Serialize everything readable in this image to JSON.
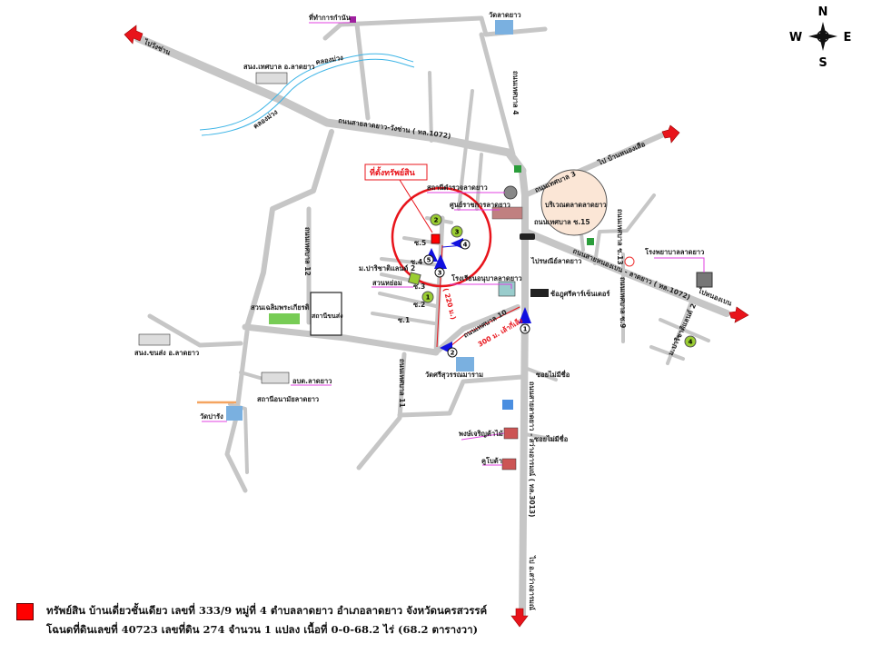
{
  "compass": {
    "n": "N",
    "s": "S",
    "e": "E",
    "w": "W"
  },
  "property_label": "ที่ตั้งทรัพย์สิน",
  "roads": {
    "main_1072_west": "ถนนสายลาดยาว-วังซ่าน ( ทล.1072)",
    "main_1072_east": "ถนนสายหนองเบน - ลาดยาว ( ทล.1072)",
    "road_3013": "ถนนสายลาดยาว - สว่างอารมณ์ ( ทล.3013)",
    "muni_4": "ถนนเทศบาล 4",
    "muni_3": "ถนนเทศบาล 3",
    "muni_15": "ถนนเทศบาล ซ.15",
    "muni_12": "ถนนเทศบาล 12",
    "muni_11": "ถนนเทศบาล 11",
    "muni_10": "ถนนเทศบาล 10",
    "muni_s13": "ถนนเทศบาล ซ.13",
    "muni_s9": "ถนนเทศบาล ซ.9",
    "soi_1": "ซ.1",
    "soi_2": "ซ.2",
    "soi_3": "ซ.3",
    "soi_4": "ซ.4",
    "soi_5": "ซ.5",
    "soi_no_name_1": "ซอยไม่มีชื่อ",
    "soi_no_name_2": "ซอยไม่มีชื่อ",
    "mu_pracha": "ม.ปาริชาติแลนด์ 2"
  },
  "directions": {
    "to_wang_san": "ไปวังซ่าน",
    "to_nong_suea": "ไป บ้านหนองเสือ",
    "to_nong_ben": "ไปหนองเบน",
    "to_sawang": "ไป อ.สว่างอารมณ์"
  },
  "distances": {
    "d300": "300 ม. เล้ากี่เส็ง",
    "d220": "( 220 ม.)"
  },
  "places": {
    "kamnan": "ที่ทำการกำนัน",
    "wat_lat_yao": "วัดลาดยาว",
    "municipality": "สนง.เทศบาล อ.ลาดยาว",
    "canal1": "คลองม่วง",
    "canal2": "คลองม่วง",
    "police": "สถานีตำรวจลาดยาว",
    "gov_center": "ศูนย์ราชการลาดยาว",
    "market": "บริเวณตลาดลาดยาว",
    "post": "ไปรษณีย์ลาดยาว",
    "hospital": "โรงพยาบาลลาดยาว",
    "school": "โรงเรียนอนุบาลลาดยาว",
    "ind_center": "ช้อฎุศรีคาร์เซ็นเตอร์",
    "suan_hom": "สวนหย่อม",
    "park": "สวนเฉลิมพระเกียรติ",
    "bus": "สถานีขนส่ง",
    "transport_office": "สนง.ขนส่ง อ.ลาดยาว",
    "tao": "อบต.ลาดยาว",
    "health": "สถานีอนามัยลาดยาว",
    "wat_bari": "วัดปารัง",
    "wat_sri": "วัดศรีสุวรรณมาราม",
    "wood_shop": "พงษ์เจริญค้าไม้",
    "kubota": "คูโบต้า"
  },
  "route_markers": [
    "1",
    "2",
    "3",
    "4",
    "5"
  ],
  "landmark_numbers": [
    "1",
    "2",
    "3",
    "4"
  ],
  "legend": {
    "line1": "ทรัพย์สิน บ้านเดี่ยวชั้นเดียว เลขที่ 333/9 หมู่ที่ 4 ตำบลลาดยาว อำเภอลาดยาว จังหวัดนครสวรรค์",
    "line2": "โฉนดที่ดินเลขที่ 40723 เลขที่ดิน 274 จำนวน 1 แปลง เนื้อที่ 0-0-68.2 ไร่ (68.2 ตารางวา)"
  },
  "colors": {
    "road": "#c6c6c6",
    "arrow": "#e8141b",
    "canal": "#3cb4e6",
    "route": "#1010e0",
    "leader": "#e040e0"
  }
}
